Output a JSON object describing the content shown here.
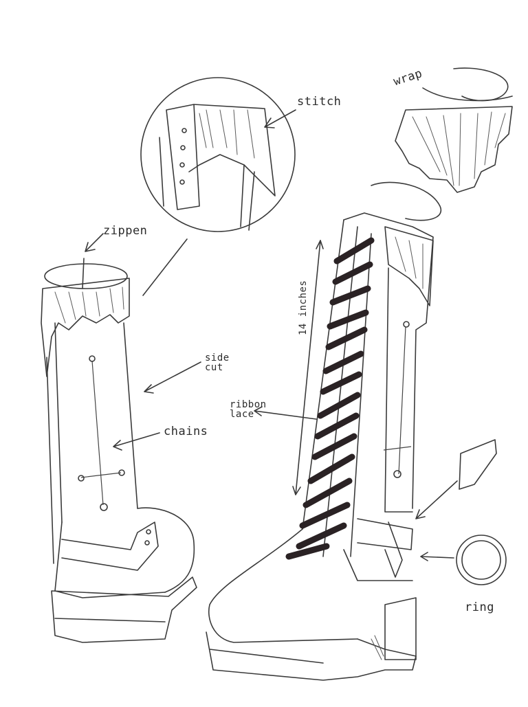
{
  "labels": {
    "stitch": "stitch",
    "wrap": "wrap",
    "zippen": "zippen",
    "side_cut": "side\ncut",
    "chains": "chains",
    "ribbon_lace": "ribbon\nlace",
    "height": "14 inches",
    "ring": "ring"
  },
  "colors": {
    "ink": "#3a3a3a",
    "lace": "#2a2224",
    "paper": "#ffffff"
  }
}
